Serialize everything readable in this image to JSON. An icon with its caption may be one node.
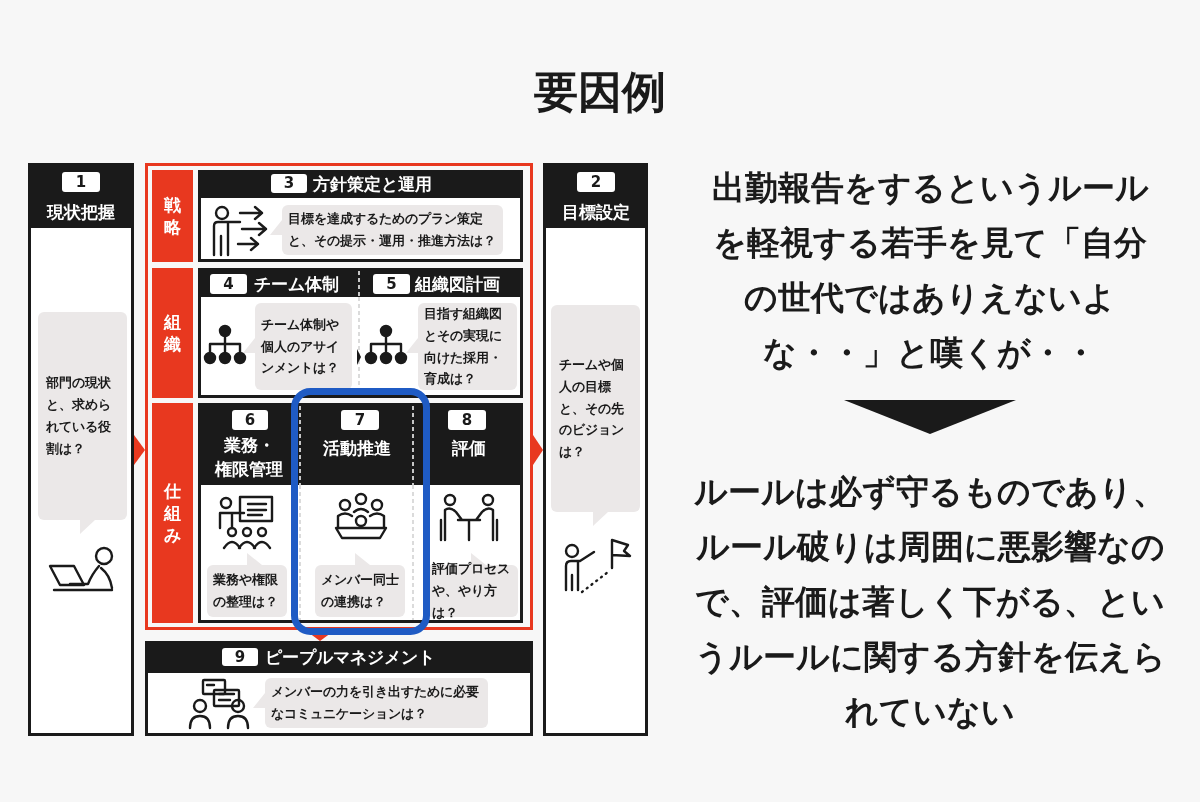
{
  "diagram": {
    "title": "要因例",
    "nodes": [
      {
        "text": [
          "1",
          "現状把握",
          "部門の現状と、求められている役割は？"
        ]
      },
      {
        "text": [],
        "shape": "box"
      },
      {
        "text": [
          "戦略"
        ],
        "in": 1
      },
      {
        "text": [
          "3",
          "方針策定と運用",
          "目標を達成するためのプラン策定と、その提示・運用・推進方法は？"
        ],
        "in": 1
      },
      {
        "text": [
          "組織"
        ],
        "in": 1
      },
      {
        "text": [
          "4",
          "チーム体制",
          "チーム体制や個人のアサインメントは？"
        ],
        "in": 1
      },
      {
        "text": [
          "5",
          "組織図計画",
          "目指す組織図とその実現に向けた採用・育成は？"
        ],
        "in": 1
      },
      {
        "text": [
          "仕組み"
        ],
        "in": 1
      },
      {
        "text": [
          "6",
          "業務・権限管理",
          "業務や権限の整理は？"
        ],
        "in": 1
      },
      {
        "text": [
          "7",
          "活動推進",
          "メンバー同士の連携は？"
        ],
        "in": 1
      },
      {
        "text": [
          "8",
          "評価",
          "評価プロセスや、やり方は？"
        ],
        "in": 1
      },
      {
        "text": [
          "9",
          "ピープルマネジメント",
          "メンバーの力を引き出すために必要なコミュニケーションは？"
        ]
      },
      {
        "text": [
          "2",
          "目標設定",
          "チームや個人の目標と、その先のビジョンは？"
        ]
      },
      {
        "text": [
          "出勤報告をするというルールを軽視する若手を見て「自分の世代ではありえないよな・・」と嘆くが・・"
        ]
      },
      {
        "text": [
          "ルールは必ず守るものであり、ルール破りは周囲に悪影響なので、評価は著しく下がる、というルールに関する方針を伝えられていない"
        ]
      }
    ],
    "edges": [
      {
        "from": 0,
        "to": 1,
        "arrow": "to",
        "color": "#e8381f"
      },
      {
        "from": 1,
        "to": 12,
        "arrow": "to",
        "color": "#e8381f"
      },
      {
        "from": 5,
        "to": 6,
        "arrow": "to",
        "color": "#1a1a1a"
      },
      {
        "from": 1,
        "to": 11,
        "arrow": "to",
        "color": "#e8381f"
      },
      {
        "from": 13,
        "to": 14,
        "arrow": "to",
        "color": "#1a1a1a"
      }
    ]
  }
}
